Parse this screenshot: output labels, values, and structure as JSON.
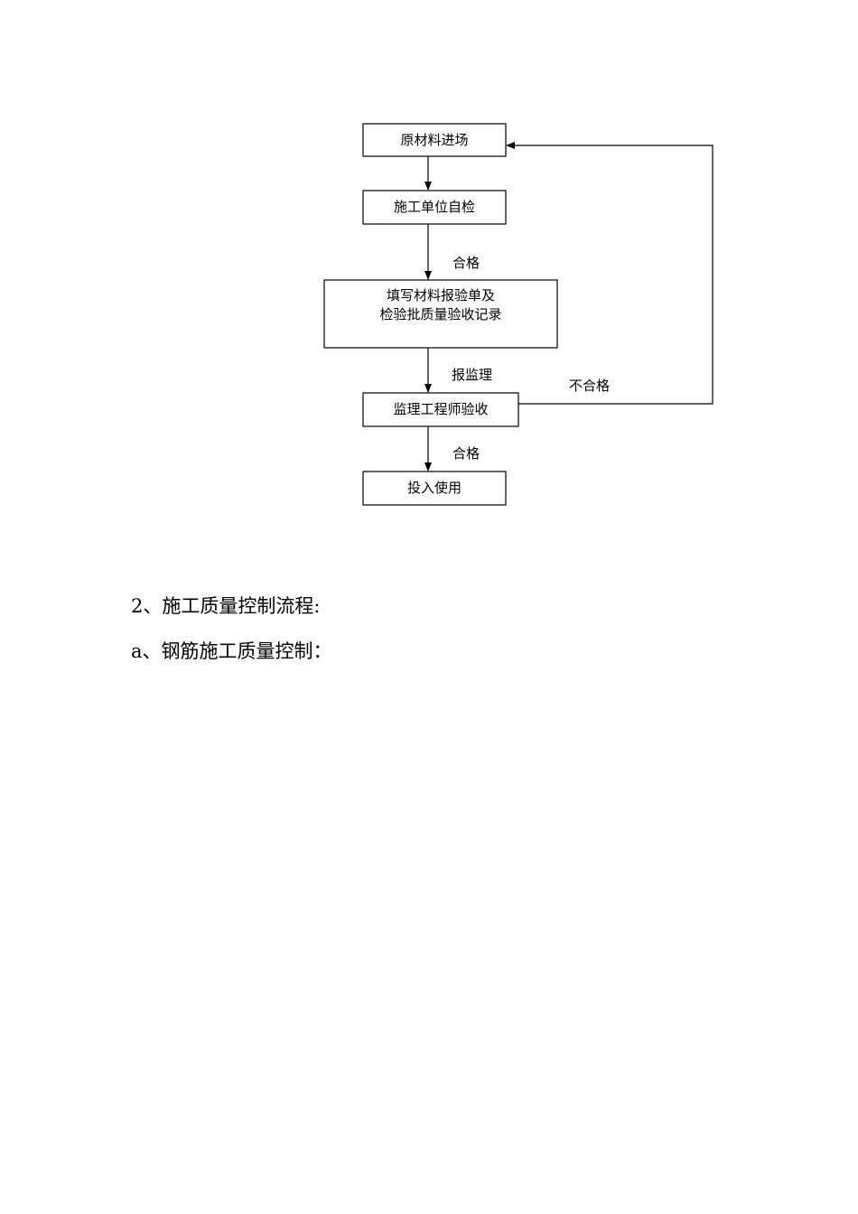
{
  "flowchart": {
    "nodes": {
      "raw_material": "原材料进场",
      "self_check": "施工单位自检",
      "fill_form_line1": "填写材料报验单及",
      "fill_form_line2": "检验批质量验收记录",
      "supervisor_check": "监理工程师验收",
      "put_in_use": "投入使用"
    },
    "edges": {
      "pass_1": "合格",
      "report_supervision": "报监理",
      "fail": "不合格",
      "pass_2": "合格"
    }
  },
  "headings": {
    "section_2": "2、施工质量控制流程:",
    "item_a": "a、钢筋施工质量控制："
  }
}
